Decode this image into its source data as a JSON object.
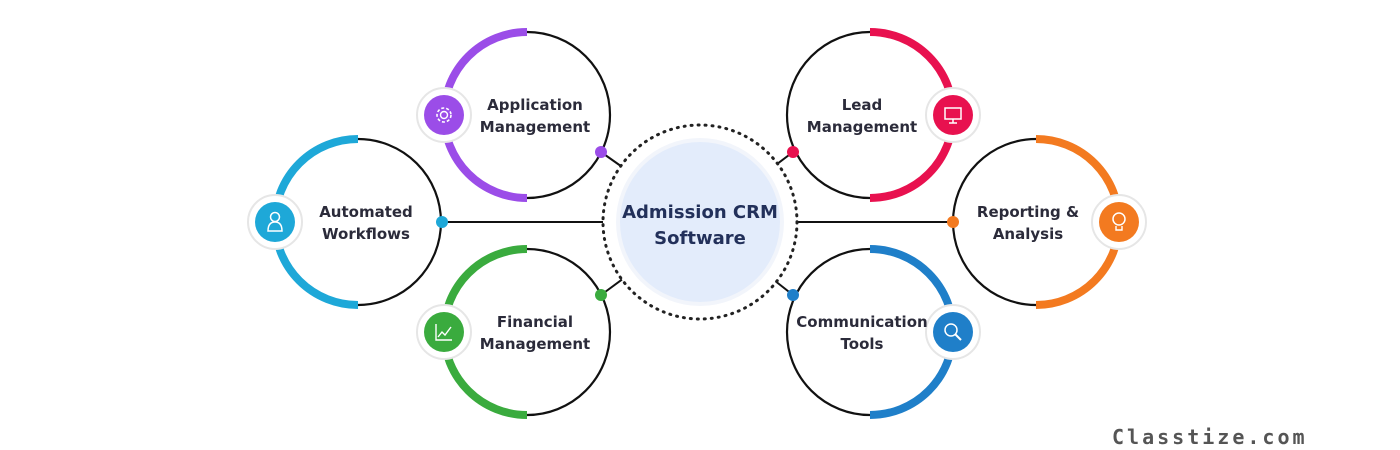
{
  "center": {
    "line1": "Admission CRM",
    "line2": "Software"
  },
  "nodes": [
    {
      "id": "application",
      "line1": "Application",
      "line2": "Management",
      "icon": "gear-icon",
      "color": "#9b4de8"
    },
    {
      "id": "automated",
      "line1": "Automated",
      "line2": "Workflows",
      "icon": "user-icon",
      "color": "#1ea8d8"
    },
    {
      "id": "financial",
      "line1": "Financial",
      "line2": "Management",
      "icon": "chart-icon",
      "color": "#3aab3e"
    },
    {
      "id": "lead",
      "line1": "Lead",
      "line2": "Management",
      "icon": "monitor-icon",
      "color": "#e8114f"
    },
    {
      "id": "reporting",
      "line1": "Reporting &",
      "line2": "Analysis",
      "icon": "lightbulb-icon",
      "color": "#f37a20"
    },
    {
      "id": "communication",
      "line1": "Communication",
      "line2": "Tools",
      "icon": "search-icon",
      "color": "#1f7fc9"
    }
  ],
  "watermark": "Classtize.com"
}
